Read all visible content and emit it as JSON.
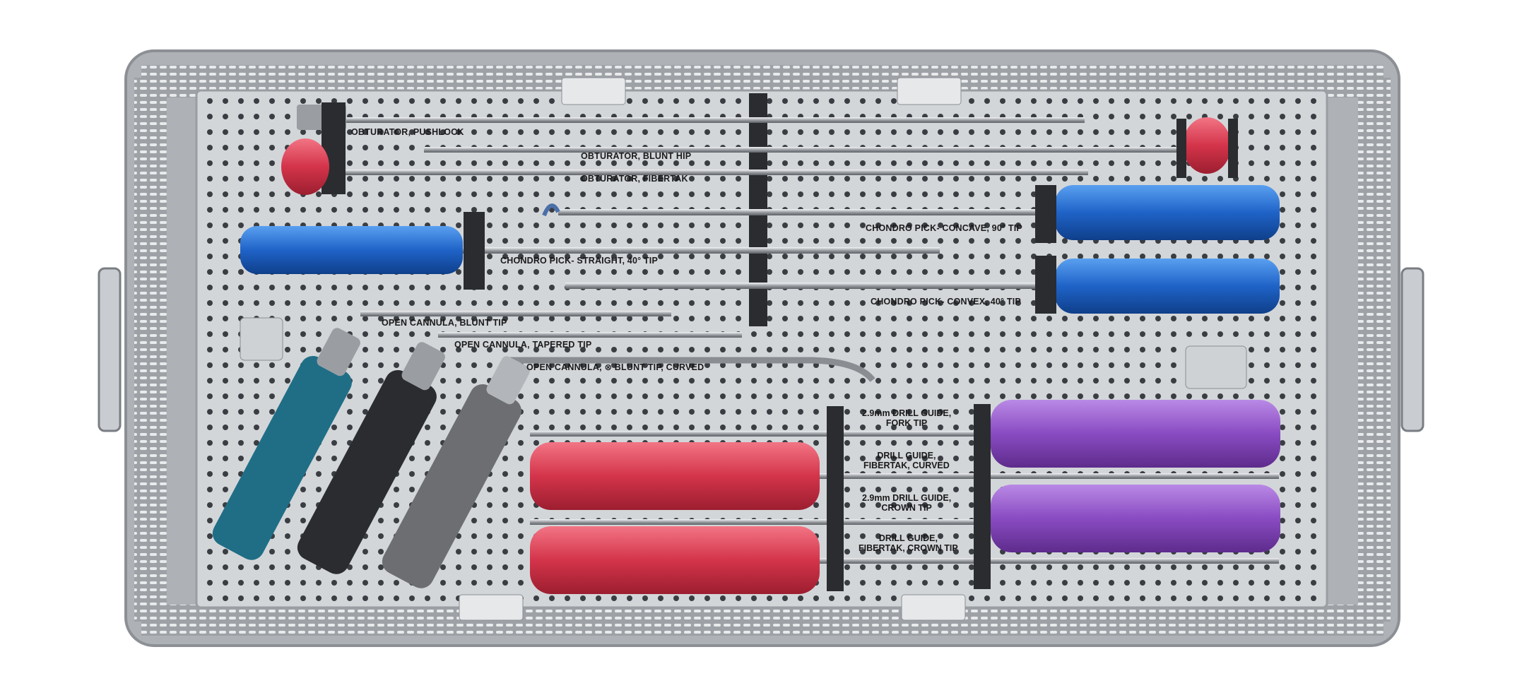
{
  "labels": {
    "obturator_pushlock": "OBTURATOR, PUSHLOCK",
    "obturator_blunt_hip": "OBTURATOR, BLUNT HIP",
    "obturator_fibertak": "OBTURATOR, FIBERTAK",
    "chondro_concave": "CHONDRO PICK- CONCAVE, 90° TIP",
    "chondro_straight": "CHONDRO PICK- STRAIGHT, 40° TIP",
    "chondro_convex": "CHONDRO PICK- CONVEX, 40° TIP",
    "cannula_blunt": "OPEN CANNULA, BLUNT TIP",
    "cannula_tapered": "OPEN CANNULA, TAPERED TIP",
    "cannula_curved": "OPEN CANNULA, ⊗ BLUNT TIP, CURVED",
    "drill_fork_1": "2.9mm DRILL GUIDE,",
    "drill_fork_2": "FORK TIP",
    "drill_fibertak_curved_1": "DRILL GUIDE,",
    "drill_fibertak_curved_2": "FIBERTAK, CURVED",
    "drill_crown_1": "2.9mm DRILL GUIDE,",
    "drill_crown_2": "CROWN TIP",
    "drill_fibertak_crown_1": "DRILL GUIDE,",
    "drill_fibertak_crown_2": "FIBERTAK, CROWN TIP"
  },
  "colors": {
    "tray_metal": "#b9bcc0",
    "handle_blue": "#1f63c8",
    "handle_red": "#d4344a",
    "handle_purple": "#8a4bc2",
    "handle_teal": "#1f6e86",
    "handle_black": "#2a2c30",
    "handle_gray": "#6c6e72"
  }
}
